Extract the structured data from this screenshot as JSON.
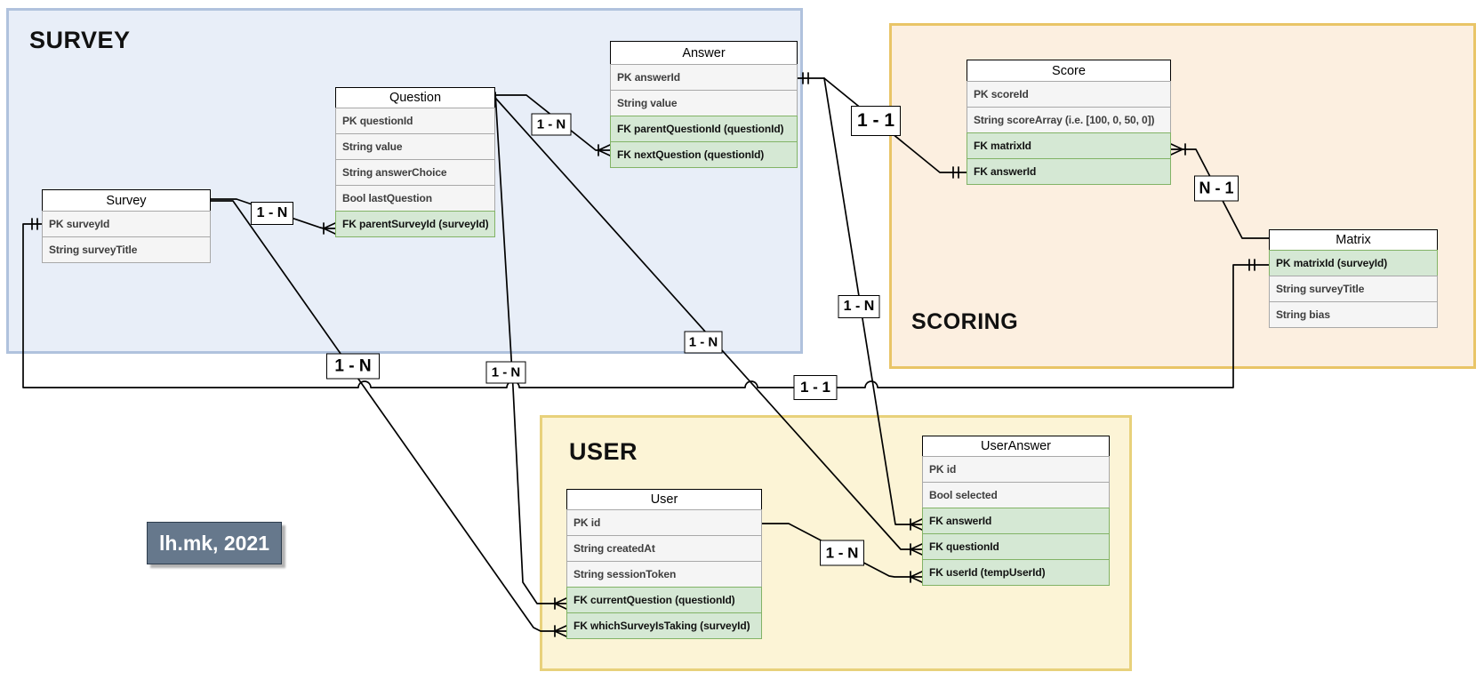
{
  "diagram": {
    "note": {
      "text": "lh.mk, 2021"
    },
    "regions": [
      {
        "id": "survey",
        "label": "SURVEY"
      },
      {
        "id": "scoring",
        "label": "SCORING"
      },
      {
        "id": "user",
        "label": "USER"
      }
    ],
    "entities": [
      {
        "id": "survey",
        "title": "Survey",
        "rows": [
          {
            "label": "PK surveyId",
            "kind": "plain"
          },
          {
            "label": "String surveyTitle",
            "kind": "plain"
          }
        ]
      },
      {
        "id": "question",
        "title": "Question",
        "rows": [
          {
            "label": "PK questionId",
            "kind": "plain"
          },
          {
            "label": "String value",
            "kind": "plain"
          },
          {
            "label": "String answerChoice",
            "kind": "plain"
          },
          {
            "label": "Bool lastQuestion",
            "kind": "plain"
          },
          {
            "label": "FK parentSurveyId (surveyId)",
            "kind": "key"
          }
        ]
      },
      {
        "id": "answer",
        "title": "Answer",
        "rows": [
          {
            "label": "PK answerId",
            "kind": "plain"
          },
          {
            "label": "String value",
            "kind": "plain"
          },
          {
            "label": "FK parentQuestionId (questionId)",
            "kind": "key"
          },
          {
            "label": "FK nextQuestion (questionId)",
            "kind": "key"
          }
        ]
      },
      {
        "id": "score",
        "title": "Score",
        "rows": [
          {
            "label": "PK scoreId",
            "kind": "plain"
          },
          {
            "label": "String scoreArray (i.e. [100, 0, 50, 0])",
            "kind": "plain"
          },
          {
            "label": "FK matrixId",
            "kind": "key"
          },
          {
            "label": "FK answerId",
            "kind": "key"
          }
        ]
      },
      {
        "id": "matrix",
        "title": "Matrix",
        "rows": [
          {
            "label": "PK matrixId (surveyId)",
            "kind": "key"
          },
          {
            "label": "String surveyTitle",
            "kind": "plain"
          },
          {
            "label": "String bias",
            "kind": "plain"
          }
        ]
      },
      {
        "id": "user",
        "title": "User",
        "rows": [
          {
            "label": "PK id",
            "kind": "plain"
          },
          {
            "label": "String createdAt",
            "kind": "plain"
          },
          {
            "label": "String sessionToken",
            "kind": "plain"
          },
          {
            "label": "FK currentQuestion (questionId)",
            "kind": "key"
          },
          {
            "label": "FK whichSurveyIsTaking (surveyId)",
            "kind": "key"
          }
        ]
      },
      {
        "id": "useranswer",
        "title": "UserAnswer",
        "rows": [
          {
            "label": "PK id",
            "kind": "plain"
          },
          {
            "label": "Bool selected",
            "kind": "plain"
          },
          {
            "label": "FK answerId",
            "kind": "key"
          },
          {
            "label": "FK questionId",
            "kind": "key"
          },
          {
            "label": "FK userId (tempUserId)",
            "kind": "key"
          }
        ]
      }
    ],
    "relationships": [
      {
        "label": "1 - N",
        "from": "Survey",
        "to": "Question.parentSurveyId"
      },
      {
        "label": "1 - N",
        "from": "Question",
        "to": "Answer.nextQuestion"
      },
      {
        "label": "1 - 1",
        "from": "Answer.answerId",
        "to": "Score.answerId"
      },
      {
        "label": "N - 1",
        "from": "Score.matrixId",
        "to": "Matrix"
      },
      {
        "label": "1 - 1",
        "from": "Survey.surveyId",
        "to": "Matrix.matrixId"
      },
      {
        "label": "1 - N",
        "from": "Survey",
        "to": "User.whichSurveyIsTaking"
      },
      {
        "label": "1 - N",
        "from": "Question",
        "to": "User.currentQuestion"
      },
      {
        "label": "1 - N",
        "from": "Question",
        "to": "UserAnswer.questionId"
      },
      {
        "label": "1 - N",
        "from": "Answer",
        "to": "UserAnswer.answerId"
      },
      {
        "label": "1 - N",
        "from": "User.id",
        "to": "UserAnswer.userId"
      }
    ],
    "colors": {
      "survey_region_fill": "#e8eef8",
      "survey_region_border": "#b0c2dd",
      "scoring_region_fill": "#fcefe0",
      "scoring_region_border": "#e9c567",
      "user_region_fill": "#fcf4d6",
      "user_region_border": "#e8d17b",
      "key_row_fill": "#d5e8d4",
      "key_row_border": "#82b366",
      "plain_row_fill": "#f5f5f5",
      "plain_row_border": "#a8a8a8",
      "note_fill": "#66788c",
      "note_border": "#2e3d4d",
      "note_text": "#ffffff",
      "line_color": "#000000"
    }
  }
}
